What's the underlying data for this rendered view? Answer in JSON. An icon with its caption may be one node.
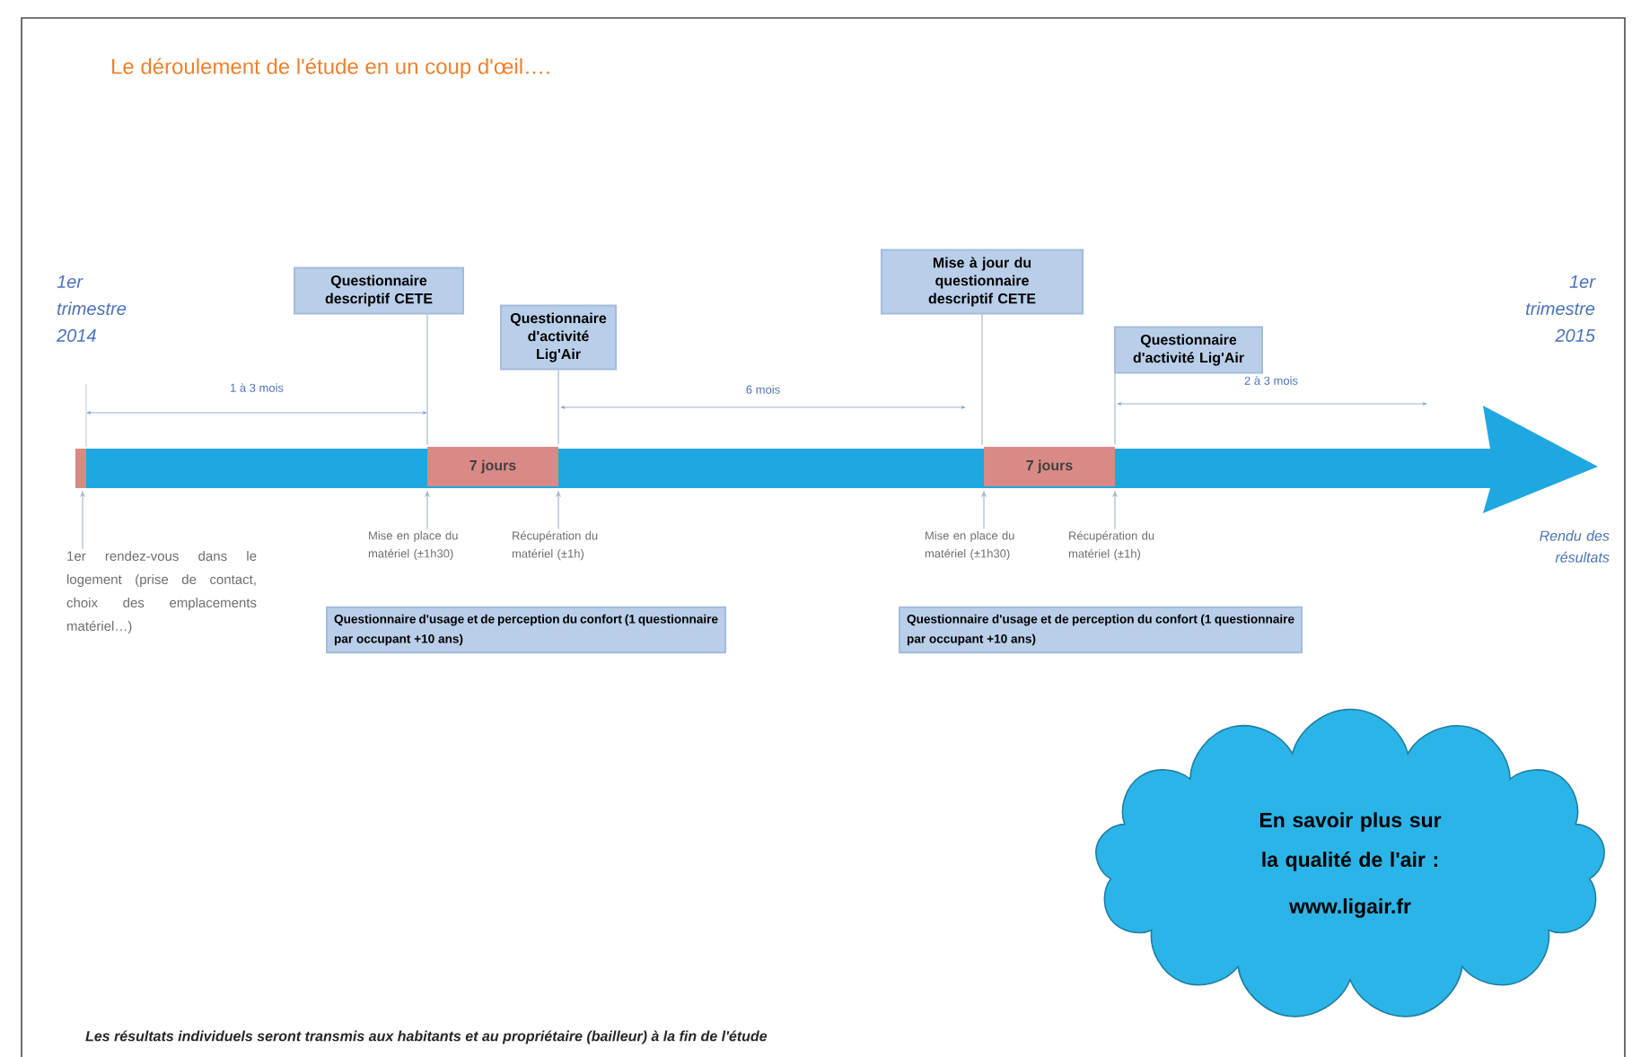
{
  "diagram": {
    "title": "Le déroulement de l'étude en un coup d'œil….",
    "nodes": [
      {
        "text": [
          "Questionnaire descriptif CETE"
        ]
      },
      {
        "text": [
          "Questionnaire d'activité Lig'Air"
        ]
      },
      {
        "text": [
          "Mise à jour du questionnaire descriptif CETE"
        ]
      },
      {
        "text": [
          "Questionnaire d'activité Lig'Air"
        ]
      },
      {
        "text": [],
        "shape": "arrow"
      },
      {
        "text": [
          "7 jours"
        ],
        "in": 4
      },
      {
        "text": [
          "7 jours"
        ],
        "in": 4
      },
      {
        "text": [
          "1er rendez-vous dans le logement (prise de contact, choix des emplacements matériel…)"
        ]
      },
      {
        "text": [
          "Mise en place du matériel (±1h30)"
        ]
      },
      {
        "text": [
          "Récupération du matériel (±1h)"
        ]
      },
      {
        "text": [
          "Mise en place du matériel (±1h30)"
        ]
      },
      {
        "text": [
          "Récupération du matériel (±1h)"
        ]
      },
      {
        "text": [
          "Questionnaire d'usage et de perception du confort (1 questionnaire par occupant +10 ans)"
        ]
      },
      {
        "text": [
          "Questionnaire d'usage et de perception du confort (1 questionnaire par occupant +10 ans)"
        ]
      },
      {
        "text": [
          "En savoir plus sur la qualité de l'air :",
          "www.ligair.fr"
        ]
      }
    ],
    "edges": [
      {
        "from": 0,
        "to": 4,
        "arrow": "none"
      },
      {
        "from": 1,
        "to": 4,
        "arrow": "none"
      },
      {
        "from": 2,
        "to": 4,
        "arrow": "none"
      },
      {
        "from": 3,
        "to": 4,
        "arrow": "none"
      },
      {
        "from": 7,
        "to": 4,
        "arrow": "to"
      },
      {
        "from": 8,
        "to": 4,
        "arrow": "to"
      },
      {
        "from": 9,
        "to": 4,
        "arrow": "to"
      },
      {
        "from": 10,
        "to": 4,
        "arrow": "to"
      },
      {
        "from": 11,
        "to": 4,
        "arrow": "to"
      }
    ],
    "labels": [
      "1er trimestre 2014",
      "1 à 3 mois",
      "6 mois",
      "2 à 3 mois",
      "1er trimestre 2015",
      "Rendu des résultats",
      "Les résultats individuels seront transmis aux habitants et au propriétaire (bailleur) à la fin de l'étude"
    ]
  }
}
